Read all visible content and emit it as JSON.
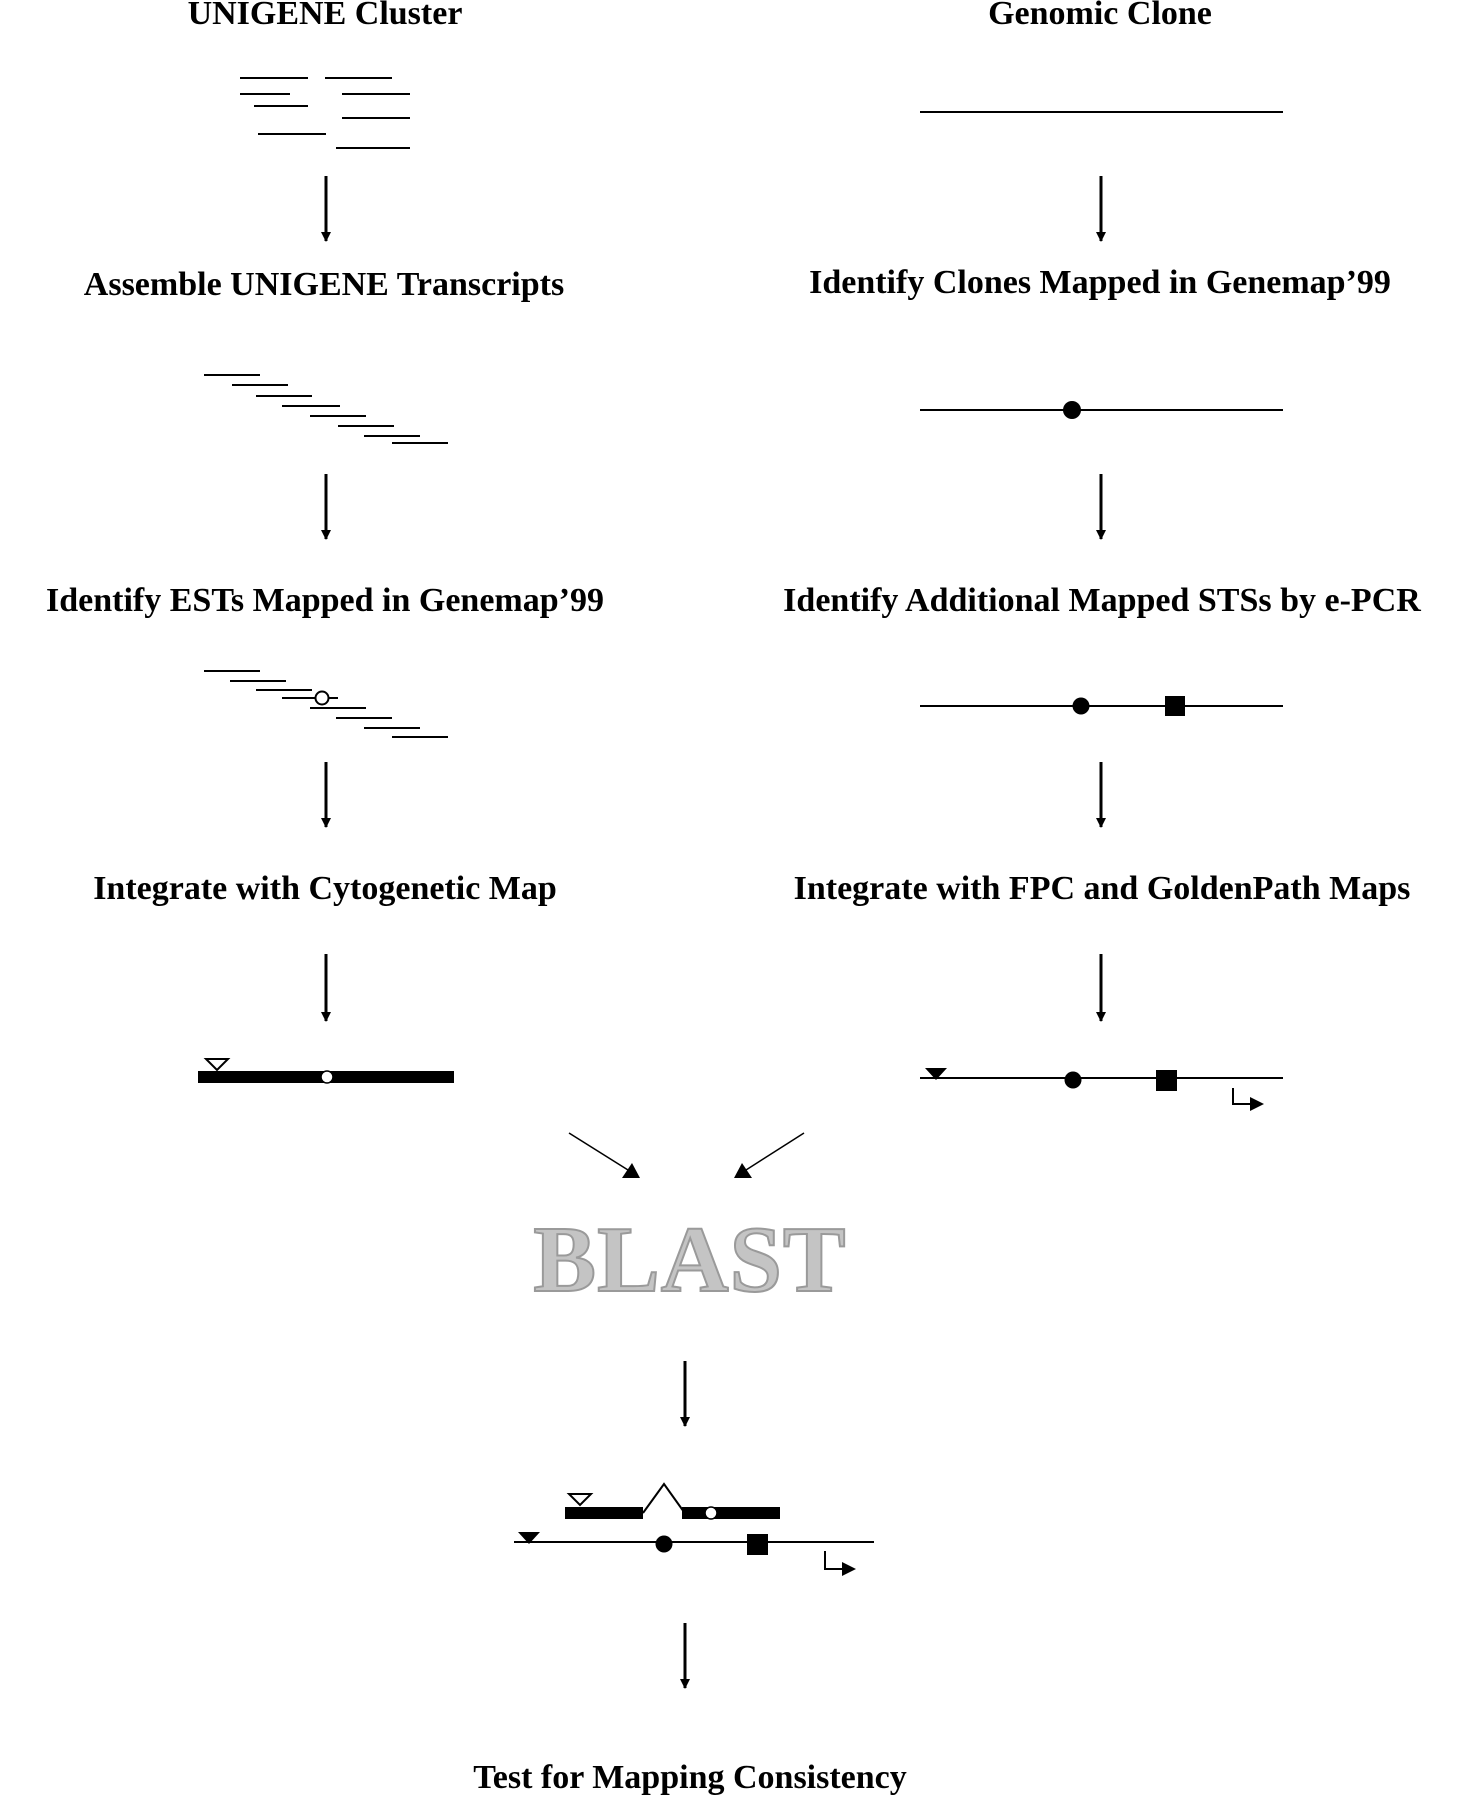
{
  "left_column": {
    "title": "UNIGENE Cluster",
    "step1": "Assemble UNIGENE Transcripts",
    "step2": "Identify ESTs Mapped in Genemap’99",
    "step3": "Integrate with Cytogenetic Map"
  },
  "right_column": {
    "title": "Genomic Clone",
    "step1": "Identify Clones Mapped in Genemap’99",
    "step2": "Identify Additional Mapped STSs by e-PCR",
    "step3": "Integrate with FPC and GoldenPath Maps"
  },
  "center": {
    "merge_label": "BLAST",
    "final_label": "Test for Mapping Consistency"
  },
  "colors": {
    "ink": "#000000",
    "blast_fill": "#c4c4c4",
    "blast_outline": "#9a9a9a"
  }
}
